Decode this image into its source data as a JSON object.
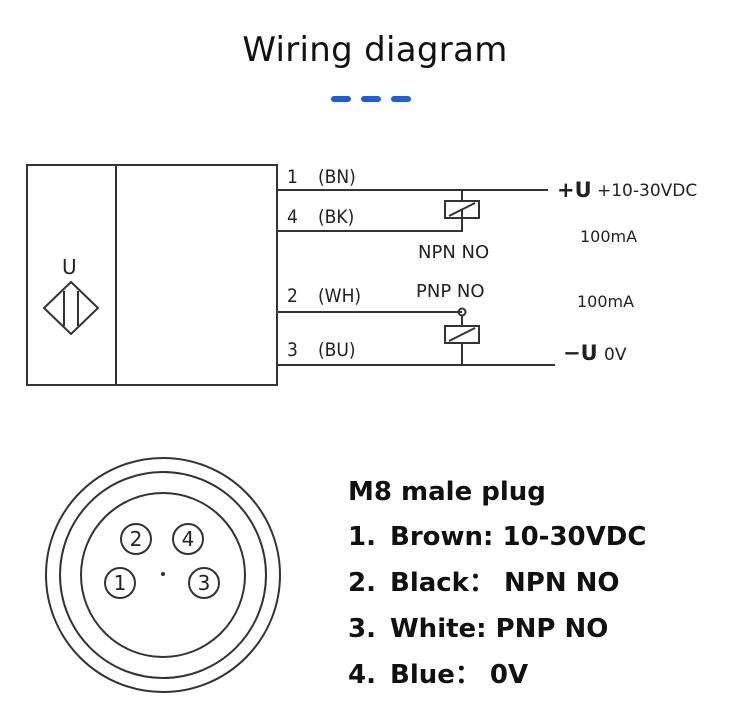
{
  "header": {
    "title": "Wiring diagram",
    "accent_color": "#1a5fe0"
  },
  "sensor": {
    "symbol_label": "U",
    "symbol_icon": "ultrasonic-sensor-diamond-icon"
  },
  "wires": [
    {
      "pin": "1",
      "code": "(BN)"
    },
    {
      "pin": "4",
      "code": "(BK)"
    },
    {
      "pin": "2",
      "code": "(WH)"
    },
    {
      "pin": "3",
      "code": "(BU)"
    }
  ],
  "loads": {
    "npn_label": "NPN NO",
    "pnp_label": "PNP NO",
    "npn_current": "100mA",
    "pnp_current": "100mA"
  },
  "supply": {
    "positive_symbol": "+U",
    "positive_value": "+10-30VDC",
    "negative_symbol": "−U",
    "negative_value": "0V"
  },
  "connector": {
    "pins": [
      "1",
      "2",
      "3",
      "4"
    ]
  },
  "legend": {
    "title": "M8 male plug",
    "items": [
      {
        "num": "1.",
        "text": "Brown: 10-30VDC"
      },
      {
        "num": "2.",
        "text": "Black： NPN NO"
      },
      {
        "num": "3.",
        "text": "White: PNP NO"
      },
      {
        "num": "4.",
        "text": "Blue： 0V"
      }
    ]
  }
}
